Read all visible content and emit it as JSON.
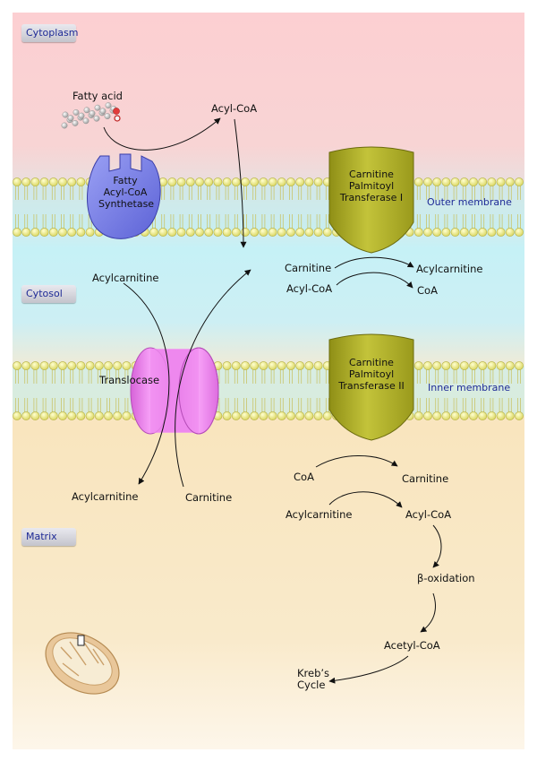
{
  "regions": {
    "cytoplasm": "Cytoplasm",
    "cytosol": "Cytosol",
    "matrix": "Matrix"
  },
  "membranes": {
    "outer": "Outer membrane",
    "inner": "Inner membrane"
  },
  "enzymes": {
    "synthetase": [
      "Fatty",
      "Acyl-CoA",
      "Synthetase"
    ],
    "cpt1": [
      "Carnitine",
      "Palmitoyl",
      "Transferase I"
    ],
    "cpt2": [
      "Carnitine",
      "Palmitoyl",
      "Transferase II"
    ],
    "translocase": "Translocase"
  },
  "molecules": {
    "fatty_acid": "Fatty acid",
    "acyl_coa_top": "Acyl-CoA",
    "acylcarnitine_cytosol_left": "Acylcarnitine",
    "carnitine_cpt1": "Carnitine",
    "acyl_coa_cpt1": "Acyl-CoA",
    "acylcarnitine_cpt1": "Acylcarnitine",
    "coa_cpt1": "CoA",
    "acylcarnitine_matrix_left": "Acylcarnitine",
    "carnitine_matrix_left": "Carnitine",
    "coa_cpt2": "CoA",
    "carnitine_cpt2": "Carnitine",
    "acylcarnitine_cpt2": "Acylcarnitine",
    "acyl_coa_cpt2": "Acyl-CoA",
    "beta_oxidation": "β-oxidation",
    "acetyl_coa": "Acetyl-CoA",
    "krebs": [
      "Kreb’s",
      "Cycle"
    ]
  },
  "colors": {
    "cytoplasm": "#fbd2d2",
    "cytosol": "#c4f0f5",
    "matrix": "#fae8c2",
    "membrane_head": "#f5f39a",
    "enzyme_synthetase": "#7f86ea",
    "enzyme_cpt": "#b3b32a",
    "translocase": "#ee88ee",
    "region_tag_text": "#1e2a96"
  }
}
